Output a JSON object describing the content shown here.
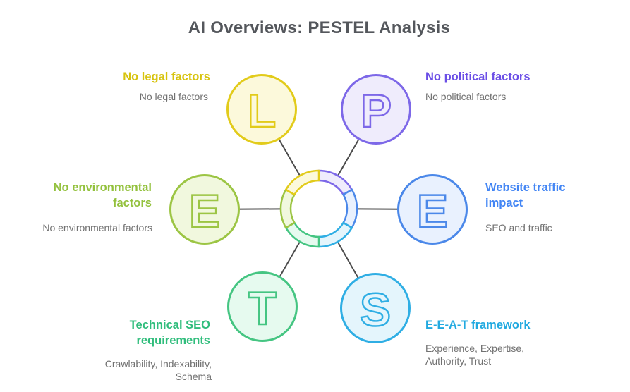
{
  "title": {
    "text": "AI Overviews: PESTEL Analysis",
    "color": "#54575C"
  },
  "background": "#ffffff",
  "connector_color": "#4C4C4C",
  "subtitle_color": "#717171",
  "nodes": [
    {
      "id": "legal",
      "letter": "L",
      "heading": "No legal factors",
      "subtitle": "No legal factors",
      "text_color": "#D7C30D",
      "border_color": "#E2CB1A",
      "fill_color": "#FCF9DB"
    },
    {
      "id": "political",
      "letter": "P",
      "heading": "No political factors",
      "subtitle": "No political factors",
      "text_color": "#6B4EE6",
      "border_color": "#7D68E8",
      "fill_color": "#EFECFC"
    },
    {
      "id": "environmental",
      "letter": "E",
      "heading": "No environmental factors",
      "subtitle": "No environmental factors",
      "text_color": "#93C13D",
      "border_color": "#9CC544",
      "fill_color": "#F1F8DE"
    },
    {
      "id": "traffic",
      "letter": "E",
      "heading": "Website traffic impact",
      "subtitle": "SEO and traffic",
      "text_color": "#4285F4",
      "border_color": "#4B88E9",
      "fill_color": "#E9F1FE"
    },
    {
      "id": "technical",
      "letter": "T",
      "heading": "Technical SEO requirements",
      "subtitle": "Crawlability, Indexability, Schema",
      "text_color": "#30BD7C",
      "border_color": "#45C582",
      "fill_color": "#E6FAEF"
    },
    {
      "id": "eeat",
      "letter": "S",
      "heading": "E-E-A-T framework",
      "subtitle": "Experience, Expertise, Authority, Trust",
      "text_color": "#20A9E0",
      "border_color": "#2FAEE4",
      "fill_color": "#E4F5FC"
    }
  ],
  "ring": {
    "segments": [
      {
        "name": "political-segment",
        "stroke": "#7D68E8",
        "fill": "#EFECFC"
      },
      {
        "name": "traffic-segment",
        "stroke": "#4B88E9",
        "fill": "#E9F1FE"
      },
      {
        "name": "eeat-segment",
        "stroke": "#2FAEE4",
        "fill": "#E4F5FC"
      },
      {
        "name": "technical-segment",
        "stroke": "#45C582",
        "fill": "#E6FAEF"
      },
      {
        "name": "environmental-segment",
        "stroke": "#9CC544",
        "fill": "#F1F8DE"
      },
      {
        "name": "legal-segment",
        "stroke": "#E2CB1A",
        "fill": "#FCF9DB"
      }
    ]
  }
}
